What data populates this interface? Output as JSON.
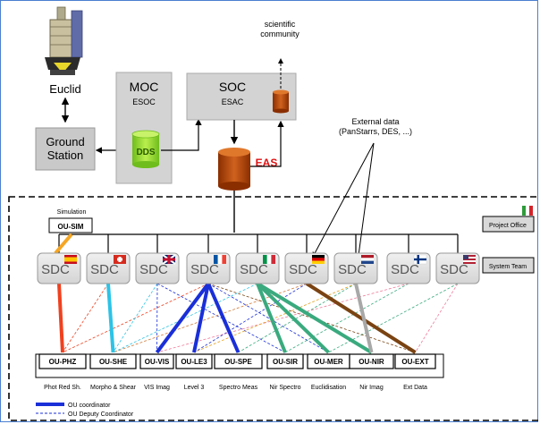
{
  "top": {
    "euclid_label": "Euclid",
    "ground_station": "Ground\nStation",
    "moc_title": "MOC",
    "moc_sub": "ESOC",
    "dds": "DDS",
    "soc_title": "SOC",
    "soc_sub": "ESAC",
    "eas": "EAS",
    "community": "scientific\ncommunity",
    "external": "External data\n(PanStarrs, DES, ...)"
  },
  "simulation": {
    "caption": "Simulation",
    "box": "OU-SIM"
  },
  "side": {
    "project_office": "Project Office",
    "system_team": "System Team"
  },
  "sdc_label": "SDC",
  "sdcs": [
    {
      "flag": "spain"
    },
    {
      "flag": "switzerland"
    },
    {
      "flag": "uk"
    },
    {
      "flag": "france"
    },
    {
      "flag": "italy"
    },
    {
      "flag": "germany"
    },
    {
      "flag": "netherlands"
    },
    {
      "flag": "finland"
    },
    {
      "flag": "usa"
    }
  ],
  "ous": [
    {
      "name": "OU-PHZ",
      "desc": "Phot Red Sh."
    },
    {
      "name": "OU-SHE",
      "desc": "Morpho & Shear"
    },
    {
      "name": "OU-VIS",
      "desc": "VIS Imag"
    },
    {
      "name": "OU-LE3",
      "desc": "Level 3"
    },
    {
      "name": "OU-SPE",
      "desc": "Spectro Meas"
    },
    {
      "name": "OU-SIR",
      "desc": "Nir Spectro"
    },
    {
      "name": "OU-MER",
      "desc": "Euclidisation"
    },
    {
      "name": "OU-NIR",
      "desc": "Nir Imag"
    },
    {
      "name": "OU-EXT",
      "desc": "Ext Data"
    }
  ],
  "legend": {
    "coordinator": "OU coordinator",
    "deputy": "OU Deputy Coordinator"
  },
  "colors": {
    "coord_spain": "#f0411f",
    "coord_switzerland": "#2cc3e6",
    "coord_france": "#1a2fd8",
    "coord_italy": "#3aaa7e",
    "coord_germany": "#7a4312",
    "coord_netherlands": "#a8a8a8",
    "sim_link": "#f5a623"
  }
}
